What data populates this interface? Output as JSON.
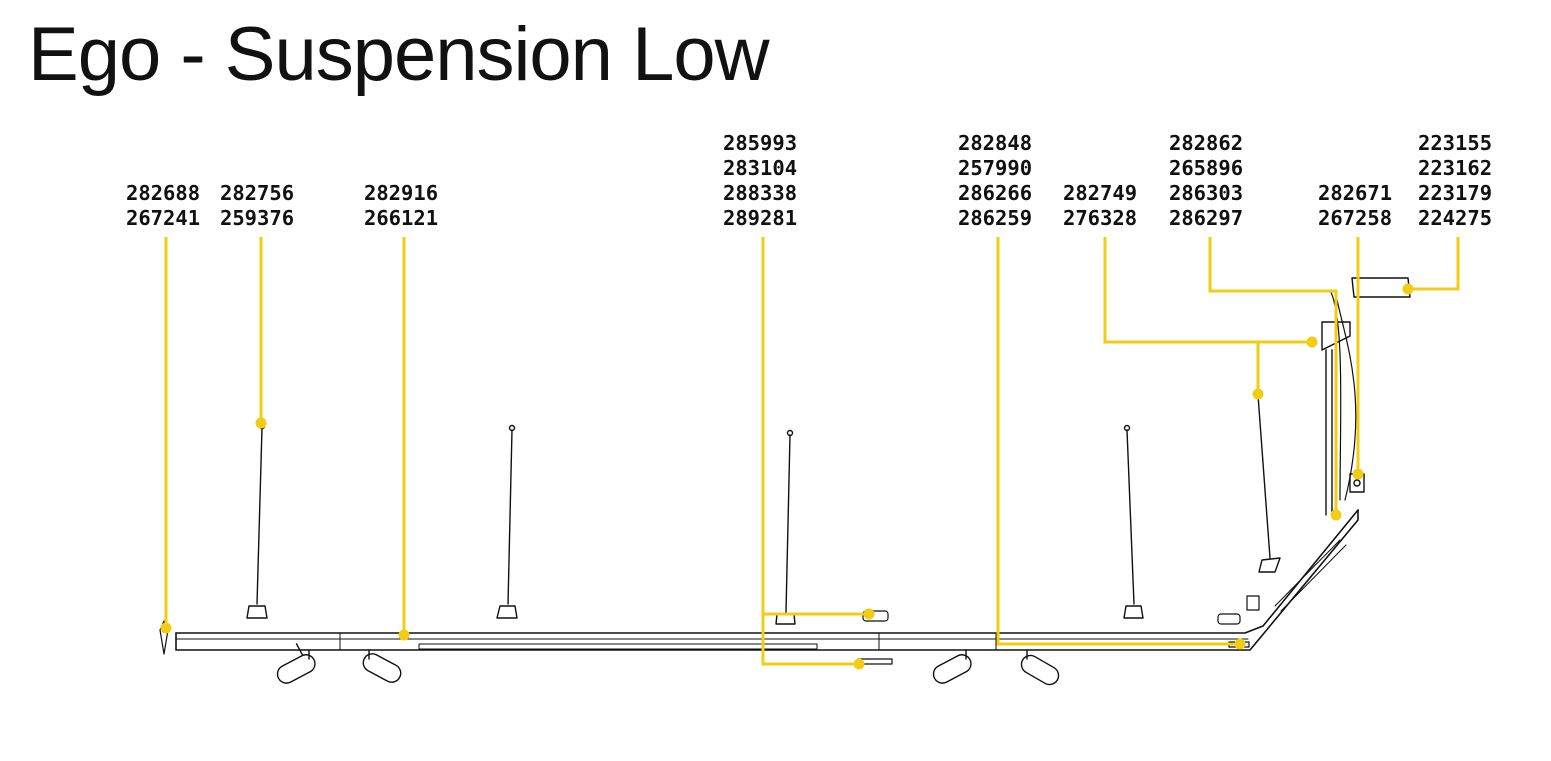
{
  "title": "Ego - Suspension Low",
  "accent_color": "#f2cd14",
  "line_color": "#111111",
  "callouts": [
    {
      "id": "c1",
      "codes": [
        "282688",
        "267241"
      ]
    },
    {
      "id": "c2",
      "codes": [
        "282756",
        "259376"
      ]
    },
    {
      "id": "c3",
      "codes": [
        "282916",
        "266121"
      ]
    },
    {
      "id": "c4",
      "codes": [
        "285993",
        "283104",
        "288338",
        "289281"
      ]
    },
    {
      "id": "c5",
      "codes": [
        "282848",
        "257990",
        "286266",
        "286259"
      ]
    },
    {
      "id": "c6",
      "codes": [
        "282749",
        "276328"
      ]
    },
    {
      "id": "c7",
      "codes": [
        "282862",
        "265896",
        "286303",
        "286297"
      ]
    },
    {
      "id": "c8",
      "codes": [
        "282671",
        "267258"
      ]
    },
    {
      "id": "c9",
      "codes": [
        "223155",
        "223162",
        "223179",
        "224275"
      ]
    }
  ]
}
